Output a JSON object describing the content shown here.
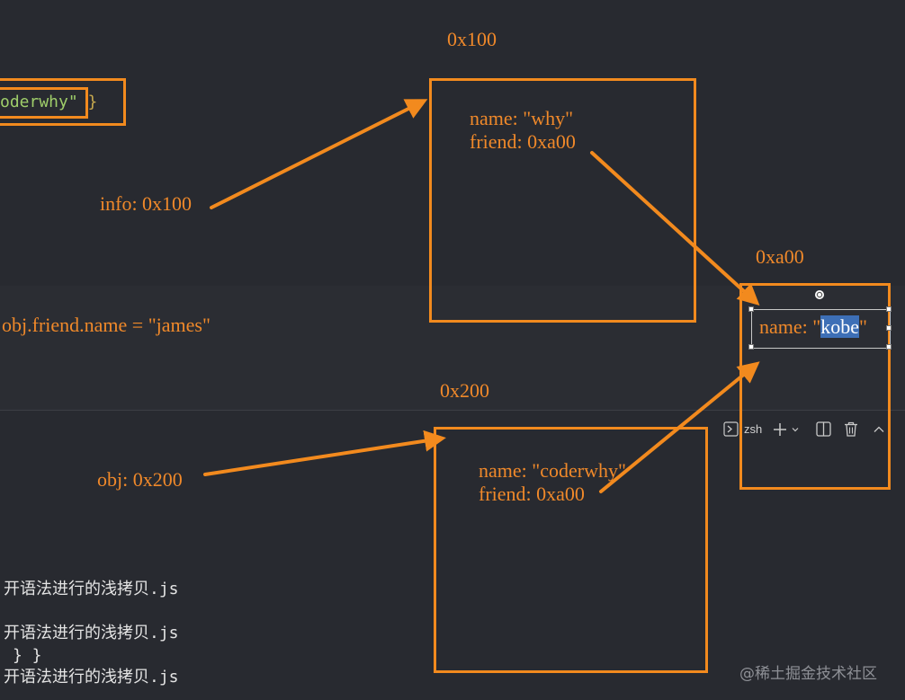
{
  "code_fragment": {
    "string_text": "oderwhy\"",
    "brace_text": " }"
  },
  "addresses": {
    "info_box": "0x100",
    "obj_box": "0x200",
    "friend_box": "0xa00"
  },
  "variables": {
    "info_label": "info: 0x100",
    "obj_label": "obj: 0x200",
    "assignment": "obj.friend.name = \"james\""
  },
  "info_object": {
    "name_line": "name: \"why\"",
    "friend_line": "friend: 0xa00"
  },
  "obj_object": {
    "name_line": "name: \"coderwhy\"",
    "friend_line": "friend: 0xa00"
  },
  "friend_object": {
    "name_prefix": "name: \"",
    "name_value": "kobe",
    "name_suffix": "\""
  },
  "terminal": {
    "shell_label": "zsh",
    "lines": [
      "开语法进行的浅拷贝.js",
      "开语法进行的浅拷贝.js",
      "} }",
      "开语法进行的浅拷贝.js"
    ]
  },
  "watermark": "@稀土掘金技术社区",
  "colors": {
    "annotation": "#f28a1e",
    "background": "#282a30",
    "selection": "#3d6fb6"
  },
  "icons": [
    "terminal-icon",
    "plus-icon",
    "chevron-down-icon",
    "split-editor-icon",
    "trash-icon",
    "chevron-up-icon",
    "rotate-handle-icon"
  ]
}
